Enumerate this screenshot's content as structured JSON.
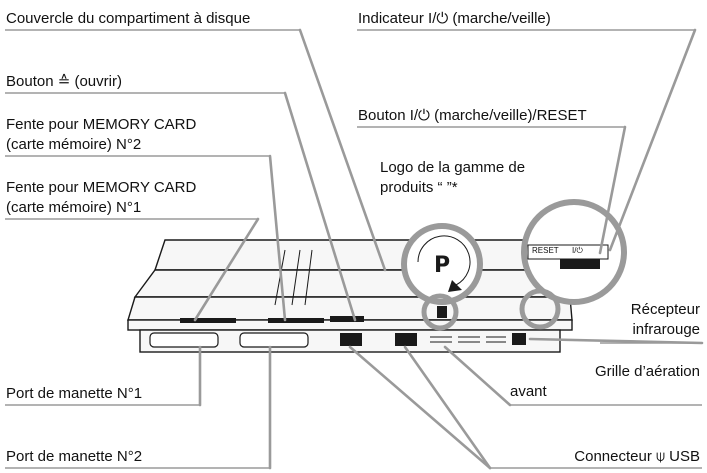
{
  "labels": {
    "disc_cover": "Couvercle du compartiment à disque",
    "open_button": "Bouton ≙ (ouvrir)",
    "memcard_slot_2_line1": "Fente pour MEMORY CARD",
    "memcard_slot_2_line2": "(carte mémoire) N°2",
    "memcard_slot_1_line1": "Fente pour MEMORY CARD",
    "memcard_slot_1_line2": "(carte mémoire) N°1",
    "controller_port_1": "Port de manette N°1",
    "controller_port_2": "Port de manette N°2",
    "power_indicator": "Indicateur I/⏻ (marche/veille)",
    "power_button": "Bouton I/⏻ (marche/veille)/RESET",
    "logo_line1": "Logo de la gamme de",
    "logo_line2": "produits “  ”*",
    "ir_receiver_line1": "Récepteur",
    "ir_receiver_line2": "infrarouge",
    "front_vent_line1": "Grille d’aération",
    "front_vent_line2": "avant",
    "usb_connector": "Connecteur ⍦ USB"
  },
  "zoom": {
    "reset_label": "RESET",
    "power_symbol": "I/⏻"
  }
}
